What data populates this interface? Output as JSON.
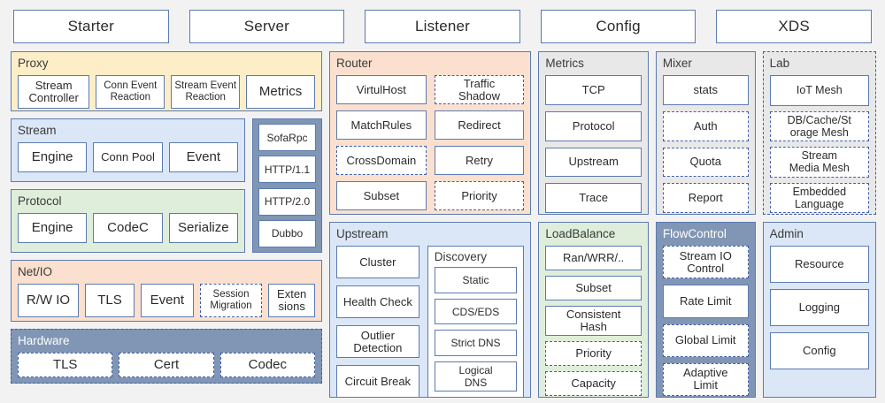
{
  "header": {
    "tabs": [
      {
        "label": "Starter"
      },
      {
        "label": "Server"
      },
      {
        "label": "Listener"
      },
      {
        "label": "Config"
      },
      {
        "label": "XDS"
      }
    ]
  },
  "colors": {
    "border": "#5b7bb0",
    "dashed": "#3f5fa8",
    "proxy_bg": "#fdeec8",
    "stream_bg": "#dbe7f6",
    "protocol_bg": "#dfeedb",
    "netio_bg": "#fbe0cf",
    "hardware_bg": "#8196b5",
    "router_bg": "#fbe0cf",
    "upstream_bg": "#dbe7f6",
    "metrics_bg": "#e8e8e8",
    "loadbalance_bg": "#dfeedb",
    "mixer_bg": "#e8e8e8",
    "flowcontrol_bg": "#8196b5",
    "lab_bg": "#e8e8e8",
    "admin_bg": "#dbe7f6",
    "page_bg": "#f2f2f2",
    "chip_bg": "#ffffff"
  },
  "groups": {
    "proxy": {
      "title": "Proxy",
      "items": [
        {
          "label": "Stream\nController",
          "style": "solid"
        },
        {
          "label": "Conn Event\nReaction",
          "style": "solid"
        },
        {
          "label": "Stream Event\nReaction",
          "style": "solid"
        },
        {
          "label": "Metrics",
          "style": "solid"
        }
      ]
    },
    "stream": {
      "title": "Stream",
      "items": [
        {
          "label": "Engine",
          "style": "solid"
        },
        {
          "label": "Conn Pool",
          "style": "solid"
        },
        {
          "label": "Event",
          "style": "solid"
        }
      ]
    },
    "protocol": {
      "title": "Protocol",
      "items": [
        {
          "label": "Engine",
          "style": "solid"
        },
        {
          "label": "CodeC",
          "style": "solid"
        },
        {
          "label": "Serialize",
          "style": "solid"
        }
      ]
    },
    "protocol_stack": {
      "items": [
        {
          "label": "SofaRpc",
          "style": "solid"
        },
        {
          "label": "HTTP/1.1",
          "style": "solid"
        },
        {
          "label": "HTTP/2.0",
          "style": "solid"
        },
        {
          "label": "Dubbo",
          "style": "solid"
        }
      ]
    },
    "netio": {
      "title": "Net/IO",
      "items": [
        {
          "label": "R/W IO",
          "style": "solid"
        },
        {
          "label": "TLS",
          "style": "solid"
        },
        {
          "label": "Event",
          "style": "solid"
        },
        {
          "label": "Session\nMigration",
          "style": "dashed"
        },
        {
          "label": "Exten\nsions",
          "style": "solid"
        }
      ]
    },
    "hardware": {
      "title": "Hardware",
      "items": [
        {
          "label": "TLS",
          "style": "dashed"
        },
        {
          "label": "Cert",
          "style": "dashed"
        },
        {
          "label": "Codec",
          "style": "dashed"
        }
      ]
    },
    "router": {
      "title": "Router",
      "items": [
        {
          "label": "VirtulHost",
          "style": "solid"
        },
        {
          "label": "Traffic\nShadow",
          "style": "dashed"
        },
        {
          "label": "MatchRules",
          "style": "solid"
        },
        {
          "label": "Redirect",
          "style": "solid"
        },
        {
          "label": "CrossDomain",
          "style": "dashed"
        },
        {
          "label": "Retry",
          "style": "solid"
        },
        {
          "label": "Subset",
          "style": "solid"
        },
        {
          "label": "Priority",
          "style": "dashed"
        }
      ]
    },
    "upstream": {
      "title": "Upstream",
      "items": [
        {
          "label": "Cluster",
          "style": "solid"
        },
        {
          "label": "Health Check",
          "style": "solid"
        },
        {
          "label": "Outlier\nDetection",
          "style": "solid"
        },
        {
          "label": "Circuit Break",
          "style": "solid"
        }
      ],
      "discovery": {
        "title": "Discovery",
        "items": [
          {
            "label": "Static",
            "style": "solid"
          },
          {
            "label": "CDS/EDS",
            "style": "solid"
          },
          {
            "label": "Strict DNS",
            "style": "solid"
          },
          {
            "label": "Logical\nDNS",
            "style": "solid"
          }
        ]
      }
    },
    "metrics": {
      "title": "Metrics",
      "items": [
        {
          "label": "TCP",
          "style": "solid"
        },
        {
          "label": "Protocol",
          "style": "solid"
        },
        {
          "label": "Upstream",
          "style": "solid"
        },
        {
          "label": "Trace",
          "style": "solid"
        }
      ]
    },
    "loadbalance": {
      "title": "LoadBalance",
      "items": [
        {
          "label": "Ran/WRR/..",
          "style": "solid"
        },
        {
          "label": "Subset",
          "style": "solid"
        },
        {
          "label": "Consistent\nHash",
          "style": "solid"
        },
        {
          "label": "Priority",
          "style": "dashed"
        },
        {
          "label": "Capacity",
          "style": "dashed"
        }
      ]
    },
    "mixer": {
      "title": "Mixer",
      "items": [
        {
          "label": "stats",
          "style": "solid"
        },
        {
          "label": "Auth",
          "style": "dashed"
        },
        {
          "label": "Quota",
          "style": "dashed"
        },
        {
          "label": "Report",
          "style": "dashed"
        }
      ]
    },
    "flowcontrol": {
      "title": "FlowControl",
      "items": [
        {
          "label": "Stream IO\nControl",
          "style": "dashed"
        },
        {
          "label": "Rate Limit",
          "style": "solid"
        },
        {
          "label": "Global Limit",
          "style": "dashed"
        },
        {
          "label": "Adaptive\nLimit",
          "style": "dashed"
        }
      ]
    },
    "lab": {
      "title": "Lab",
      "outline": "dashed",
      "items": [
        {
          "label": "IoT Mesh",
          "style": "solid"
        },
        {
          "label": "DB/Cache/St\norage Mesh",
          "style": "dashed"
        },
        {
          "label": "Stream\nMedia Mesh",
          "style": "dashed"
        },
        {
          "label": "Embedded\nLanguage",
          "style": "dashed"
        }
      ]
    },
    "admin": {
      "title": "Admin",
      "items": [
        {
          "label": "Resource",
          "style": "solid"
        },
        {
          "label": "Logging",
          "style": "solid"
        },
        {
          "label": "Config",
          "style": "solid"
        }
      ]
    }
  }
}
